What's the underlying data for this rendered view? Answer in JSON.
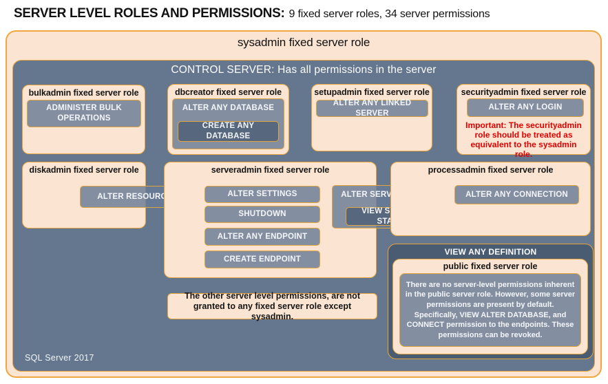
{
  "title": {
    "main": "SERVER LEVEL ROLES AND PERMISSIONS:",
    "subtitle": "9 fixed server roles, 34 server permissions"
  },
  "sysadmin": {
    "label": "sysadmin fixed server role"
  },
  "control_server": {
    "label": "CONTROL SERVER: Has all permissions in the server"
  },
  "roles": {
    "bulkadmin": {
      "title": "bulkadmin fixed server role",
      "permissions": [
        "ADMINISTER BULK OPERATIONS"
      ]
    },
    "dbcreator": {
      "title": "dbcreator fixed server role",
      "outer_permission": "ALTER ANY DATABASE",
      "nested_permission": "CREATE ANY DATABASE"
    },
    "setupadmin": {
      "title": "setupadmin fixed server role",
      "permissions": [
        "ALTER ANY LINKED SERVER"
      ]
    },
    "securityadmin": {
      "title": "securityadmin fixed server role",
      "permissions": [
        "ALTER ANY LOGIN"
      ],
      "warning": "Important: The securityadmin role should be treated as equivalent to the sysadmin role."
    },
    "diskadmin": {
      "title": "diskadmin fixed server role",
      "permissions": [
        "ALTER RESOURCES"
      ]
    },
    "serveradmin": {
      "title": "serveradmin fixed server role",
      "permissions": [
        "ALTER SETTINGS",
        "SHUTDOWN",
        "ALTER ANY ENDPOINT",
        "CREATE ENDPOINT"
      ],
      "outer_permission": "ALTER SERVER STATE",
      "nested_permission": "VIEW SERVER STATE"
    },
    "processadmin": {
      "title": "processadmin fixed server role",
      "permissions": [
        "ALTER ANY CONNECTION"
      ]
    },
    "public": {
      "container_permission": "VIEW ANY DEFINITION",
      "title": "public fixed server role",
      "description": "There are no server-level permissions inherent in the public server role. However, some server permissions are present by default. Specifically, VIEW ALTER DATABASE, and CONNECT permission to the endpoints. These permissions can be revoked."
    }
  },
  "note": "The other server level permissions, are not granted to any fixed server role except sysadmin.",
  "footer": "SQL Server 2017",
  "colors": {
    "peach": "#FBE5D2",
    "slate_blue": "#64778F",
    "dark_slate": "#4A5C72",
    "permission_fill": "#687B96",
    "nested_permission_fill": "#56677E",
    "gold_border": "#E8A43C",
    "warning_red": "#E00000"
  }
}
